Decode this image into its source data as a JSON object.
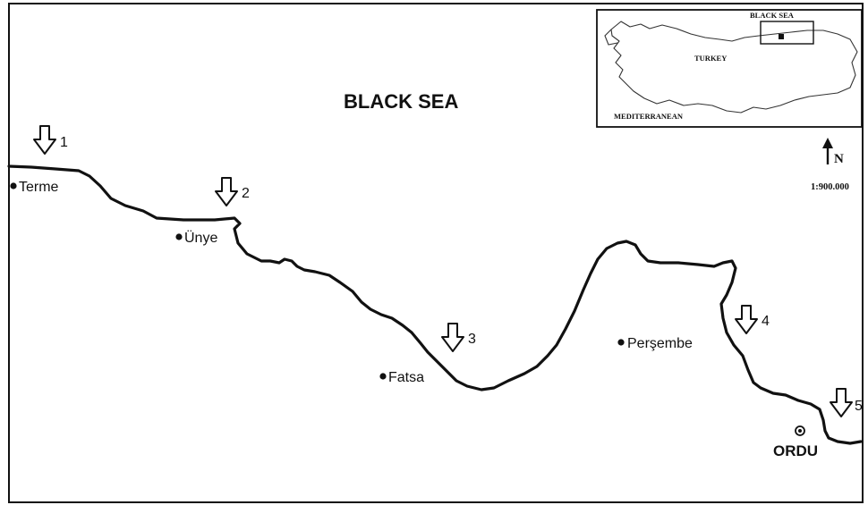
{
  "map": {
    "sea_label": "BLACK SEA",
    "towns": [
      {
        "name": "Terme"
      },
      {
        "name": "Ünye"
      },
      {
        "name": "Fatsa"
      },
      {
        "name": "Perşembe"
      }
    ],
    "city": {
      "name": "ORDU"
    },
    "stations": [
      "1",
      "2",
      "3",
      "4",
      "5"
    ],
    "north_label": "N",
    "scale": "1:900.000"
  },
  "inset": {
    "sea_label": "BLACK SEA",
    "country_label": "TURKEY",
    "south_sea_label": "MEDITERRANEAN"
  },
  "colors": {
    "line": "#111111",
    "background": "#ffffff"
  }
}
